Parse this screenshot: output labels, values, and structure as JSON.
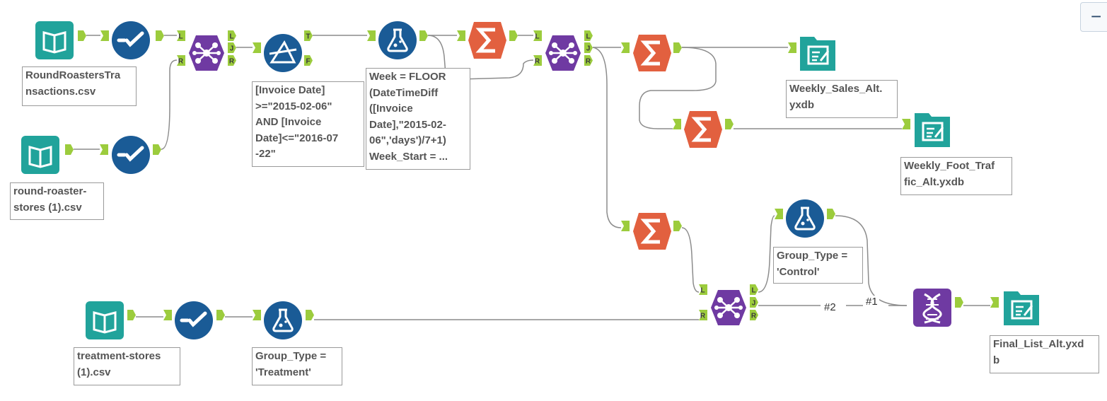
{
  "zoom": {
    "out_label": "−"
  },
  "annotations": {
    "input_transactions": "RoundRoastersTra\nnsactions.csv",
    "input_stores": "round-roaster-\nstores (1).csv",
    "input_treatment": "treatment-stores\n(1).csv",
    "filter_dates": "[Invoice Date]\n>=\"2015-02-06\"\nAND [Invoice\nDate]<=\"2016-07\n-22\"",
    "formula_week": "Week = FLOOR\n(DateTimeDiff\n([Invoice\nDate],\"2015-02-\n06\",'days')/7+1)\nWeek_Start = ...",
    "output_weekly_sales": "Weekly_Sales_Alt.\nyxdb",
    "output_foot_traffic": "Weekly_Foot_Traf\nfic_Alt.yxdb",
    "formula_control": "Group_Type =\n'Control'",
    "formula_treatment": "Group_Type =\n'Treatment'",
    "output_final": "Final_List_Alt.yxd\nb"
  },
  "wire_labels": {
    "second": "#2",
    "first": "#1"
  },
  "anchor_letters": {
    "left": "L",
    "join": "J",
    "right": "R",
    "true": "T",
    "false": "F"
  },
  "colors": {
    "input": "#21a39b",
    "select": "#1a5b96",
    "join": "#6f3aa2",
    "filter": "#1a5b96",
    "formula": "#1a5b96",
    "summarize": "#e2603f",
    "output": "#21a39b",
    "append": "#6f3aa2",
    "anchor": "#9ccc3d",
    "wire": "#8c8c8c"
  },
  "tools": [
    {
      "id": "input-transactions",
      "type": "input"
    },
    {
      "id": "select-transactions",
      "type": "select"
    },
    {
      "id": "join-stores",
      "type": "join"
    },
    {
      "id": "filter-dates",
      "type": "filter"
    },
    {
      "id": "formula-week",
      "type": "formula"
    },
    {
      "id": "summarize-1",
      "type": "summarize"
    },
    {
      "id": "join-weekly",
      "type": "join"
    },
    {
      "id": "summarize-sales",
      "type": "summarize"
    },
    {
      "id": "output-weekly-sales",
      "type": "output"
    },
    {
      "id": "summarize-traffic",
      "type": "summarize"
    },
    {
      "id": "output-foot-traffic",
      "type": "output"
    },
    {
      "id": "input-stores",
      "type": "input"
    },
    {
      "id": "select-stores",
      "type": "select"
    },
    {
      "id": "summarize-3",
      "type": "summarize"
    },
    {
      "id": "formula-control",
      "type": "formula"
    },
    {
      "id": "join-treatment",
      "type": "join"
    },
    {
      "id": "append-fields",
      "type": "append"
    },
    {
      "id": "output-final",
      "type": "output"
    },
    {
      "id": "input-treatment",
      "type": "input"
    },
    {
      "id": "select-treatment",
      "type": "select"
    },
    {
      "id": "formula-treatment",
      "type": "formula"
    }
  ]
}
